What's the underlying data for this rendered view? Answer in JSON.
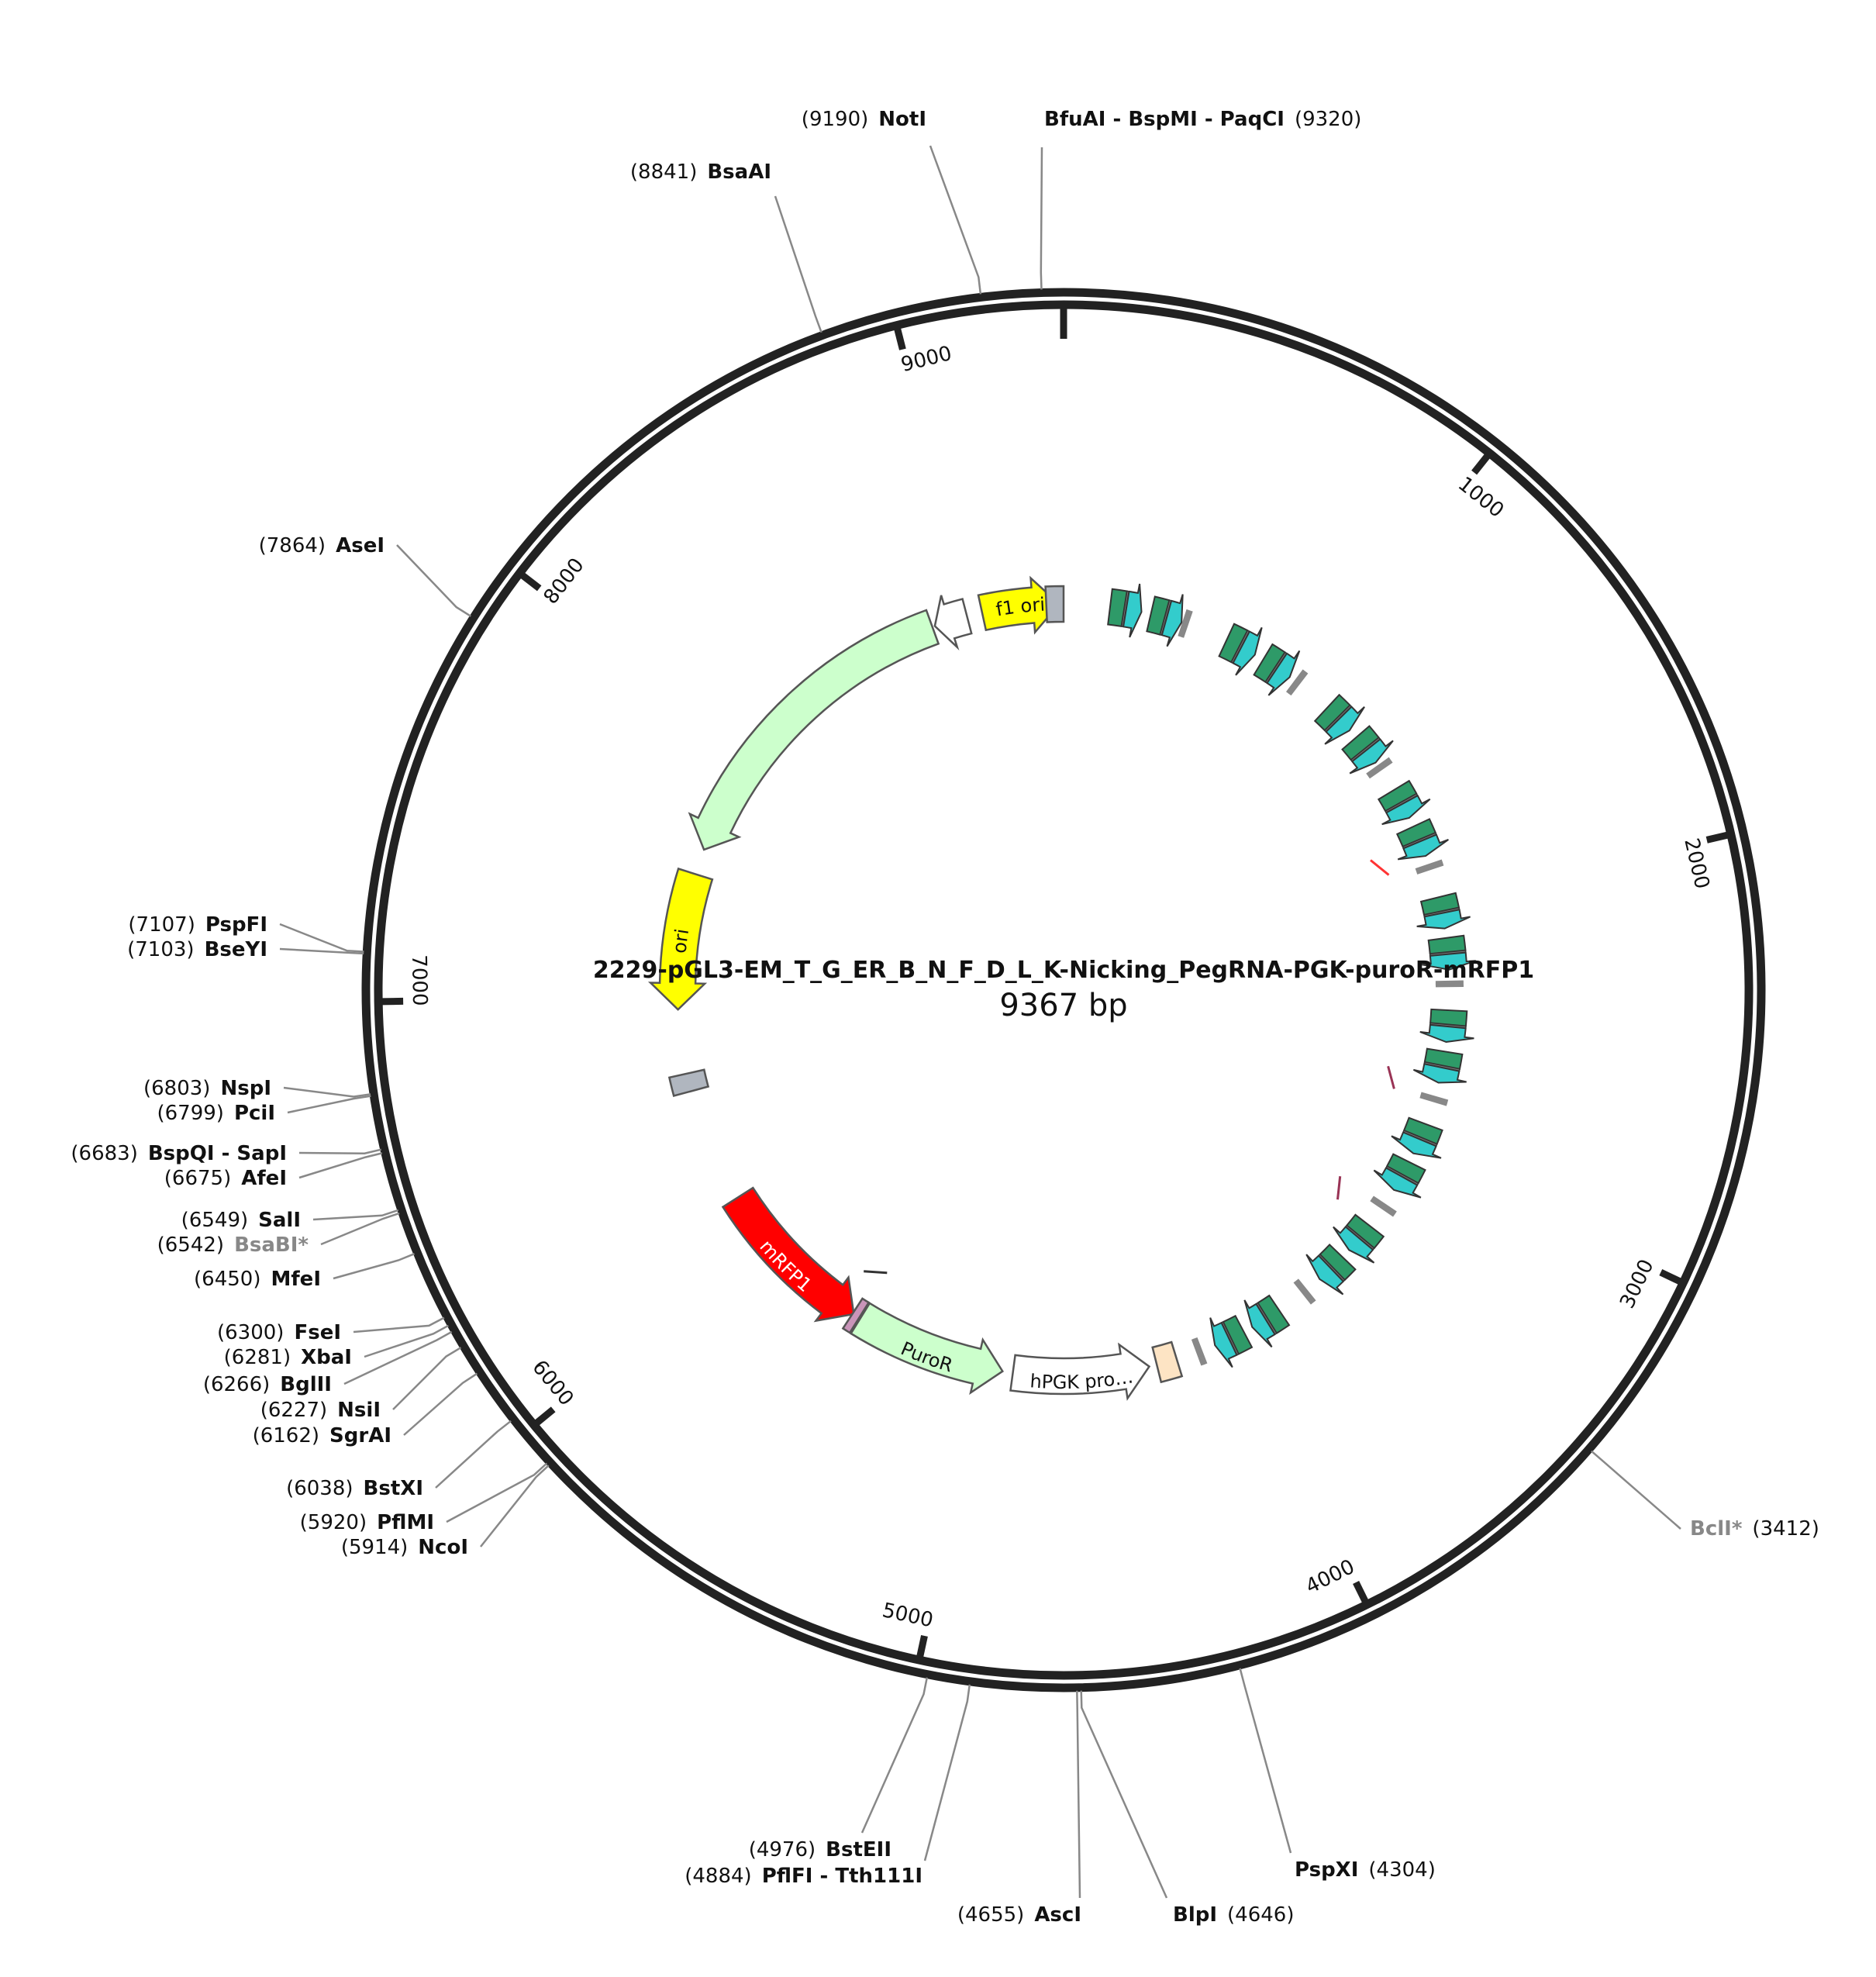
{
  "plasmid": {
    "name": "2229-pGL3-EM_T_G_ER_B_N_F_D_L_K-Nicking_PegRNA-PGK-puroR-mRFP1",
    "length": 9367,
    "length_label": "9367 bp"
  },
  "ticks": [
    {
      "pos": 0,
      "label": ""
    },
    {
      "pos": 1000,
      "label": "1000"
    },
    {
      "pos": 2000,
      "label": "2000"
    },
    {
      "pos": 3000,
      "label": "3000"
    },
    {
      "pos": 4000,
      "label": "4000"
    },
    {
      "pos": 5000,
      "label": "5000"
    },
    {
      "pos": 6000,
      "label": "6000"
    },
    {
      "pos": 7000,
      "label": "7000"
    },
    {
      "pos": 8000,
      "label": "8000"
    },
    {
      "pos": 9000,
      "label": "9000"
    }
  ],
  "sites": [
    {
      "pos": 9190,
      "pos_label": "(9190)",
      "name": "NotI",
      "side": "left",
      "gray": false
    },
    {
      "pos": 9320,
      "pos_label": "(9320)",
      "name": "BfuAI - BspMI - PaqCI",
      "side": "right",
      "gray": false
    },
    {
      "pos": 8841,
      "pos_label": "(8841)",
      "name": "BsaAI",
      "side": "left",
      "gray": false
    },
    {
      "pos": 7864,
      "pos_label": "(7864)",
      "name": "AseI",
      "side": "left",
      "gray": false
    },
    {
      "pos": 7107,
      "pos_label": "(7107)",
      "name": "PspFI",
      "side": "left",
      "gray": false
    },
    {
      "pos": 7103,
      "pos_label": "(7103)",
      "name": "BseYI",
      "side": "left",
      "gray": false
    },
    {
      "pos": 6803,
      "pos_label": "(6803)",
      "name": "NspI",
      "side": "left",
      "gray": false
    },
    {
      "pos": 6799,
      "pos_label": "(6799)",
      "name": "PciI",
      "side": "left",
      "gray": false
    },
    {
      "pos": 6683,
      "pos_label": "(6683)",
      "name": "BspQI - SapI",
      "side": "left",
      "gray": false
    },
    {
      "pos": 6675,
      "pos_label": "(6675)",
      "name": "AfeI",
      "side": "left",
      "gray": false
    },
    {
      "pos": 6549,
      "pos_label": "(6549)",
      "name": "SalI",
      "side": "left",
      "gray": false
    },
    {
      "pos": 6542,
      "pos_label": "(6542)",
      "name": "BsaBI*",
      "side": "left",
      "gray": true
    },
    {
      "pos": 6450,
      "pos_label": "(6450)",
      "name": "MfeI",
      "side": "left",
      "gray": false
    },
    {
      "pos": 6300,
      "pos_label": "(6300)",
      "name": "FseI",
      "side": "left",
      "gray": false
    },
    {
      "pos": 6281,
      "pos_label": "(6281)",
      "name": "XbaI",
      "side": "left",
      "gray": false
    },
    {
      "pos": 6266,
      "pos_label": "(6266)",
      "name": "BglII",
      "side": "left",
      "gray": false
    },
    {
      "pos": 6227,
      "pos_label": "(6227)",
      "name": "NsiI",
      "side": "left",
      "gray": false
    },
    {
      "pos": 6162,
      "pos_label": "(6162)",
      "name": "SgrAI",
      "side": "left",
      "gray": false
    },
    {
      "pos": 6038,
      "pos_label": "(6038)",
      "name": "BstXI",
      "side": "left",
      "gray": false
    },
    {
      "pos": 5920,
      "pos_label": "(5920)",
      "name": "PflMI",
      "side": "left",
      "gray": false
    },
    {
      "pos": 5914,
      "pos_label": "(5914)",
      "name": "NcoI",
      "side": "left",
      "gray": false
    },
    {
      "pos": 4976,
      "pos_label": "(4976)",
      "name": "BstEII",
      "side": "left",
      "gray": false
    },
    {
      "pos": 4884,
      "pos_label": "(4884)",
      "name": "PflFI - Tth111I",
      "side": "left",
      "gray": false
    },
    {
      "pos": 4655,
      "pos_label": "(4655)",
      "name": "AscI",
      "side": "left",
      "gray": false
    },
    {
      "pos": 4646,
      "pos_label": "(4646)",
      "name": "BlpI",
      "side": "right",
      "gray": false
    },
    {
      "pos": 4304,
      "pos_label": "(4304)",
      "name": "PspXI",
      "side": "right",
      "gray": false
    },
    {
      "pos": 3412,
      "pos_label": "(3412)",
      "name": "BclI*",
      "side": "right",
      "gray": true
    }
  ],
  "features": [
    {
      "name": "f1 ori",
      "label": "f1 ori",
      "start": 9050,
      "end": 9350,
      "r": 498,
      "w": 46,
      "dir": 1,
      "fill": "#ffff00",
      "text": "#111111"
    },
    {
      "name": "f1-promoter",
      "label": "",
      "start": 8860,
      "end": 8990,
      "r": 498,
      "w": 46,
      "dir": -1,
      "fill": "#ffffff",
      "text": "#111111"
    },
    {
      "name": "AmpR",
      "label": "",
      "start": 7580,
      "end": 8850,
      "r": 498,
      "w": 46,
      "dir": -1,
      "fill": "#ccffcc",
      "text": "#111111"
    },
    {
      "name": "ori",
      "label": "ori",
      "start": 6950,
      "end": 7480,
      "r": 498,
      "w": 46,
      "dir": -1,
      "fill": "#ffff00",
      "text": "#111111"
    },
    {
      "name": "mRFP1",
      "label": "mRFP1",
      "start": 5540,
      "end": 6180,
      "r": 498,
      "w": 46,
      "dir": -1,
      "fill": "#ff0000",
      "text": "#ffffff"
    },
    {
      "name": "PuroR",
      "label": "PuroR",
      "start": 4920,
      "end": 5510,
      "r": 498,
      "w": 46,
      "dir": -1,
      "fill": "#ccffcc",
      "text": "#111111"
    },
    {
      "name": "hPGK promoter",
      "label": "hPGK pro…",
      "start": 4350,
      "end": 4880,
      "r": 498,
      "w": 46,
      "dir": -1,
      "fill": "#ffffff",
      "text": "#111111"
    }
  ],
  "boxes": [
    {
      "name": "gray-box-top",
      "start": 9300,
      "end": 9367,
      "r": 498,
      "w": 46,
      "fill": "#b0b6bf"
    },
    {
      "name": "gray-box-left",
      "start": 6630,
      "end": 6700,
      "r": 498,
      "w": 46,
      "fill": "#b0b6bf"
    },
    {
      "name": "peach-box",
      "start": 4240,
      "end": 4320,
      "r": 498,
      "w": 46,
      "fill": "#fde4c4"
    },
    {
      "name": "mauve-box",
      "start": 5515,
      "end": 5545,
      "r": 498,
      "w": 46,
      "fill": "#c994b9"
    }
  ],
  "cassettes": [
    {
      "start": 180,
      "green_len": 55,
      "cyan_len": 60
    },
    {
      "start": 340,
      "green_len": 55,
      "cyan_len": 60
    },
    {
      "start": 650,
      "green_len": 55,
      "cyan_len": 60
    },
    {
      "start": 810,
      "green_len": 55,
      "cyan_len": 60
    },
    {
      "start": 1120,
      "green_len": 55,
      "cyan_len": 60
    },
    {
      "start": 1280,
      "green_len": 55,
      "cyan_len": 60
    },
    {
      "start": 1530,
      "green_len": 55,
      "cyan_len": 60
    },
    {
      "start": 1690,
      "green_len": 55,
      "cyan_len": 60
    },
    {
      "start": 1980,
      "green_len": 55,
      "cyan_len": 60
    },
    {
      "start": 2140,
      "green_len": 55,
      "cyan_len": 60
    },
    {
      "start": 2420,
      "green_len": 55,
      "cyan_len": 60
    },
    {
      "start": 2580,
      "green_len": 55,
      "cyan_len": 60
    },
    {
      "start": 2870,
      "green_len": 55,
      "cyan_len": 60
    },
    {
      "start": 3030,
      "green_len": 55,
      "cyan_len": 60
    },
    {
      "start": 3320,
      "green_len": 55,
      "cyan_len": 60
    },
    {
      "start": 3480,
      "green_len": 55,
      "cyan_len": 60
    },
    {
      "start": 3800,
      "green_len": 55,
      "cyan_len": 60
    },
    {
      "start": 3960,
      "green_len": 55,
      "cyan_len": 60
    }
  ],
  "spacers": [
    470,
    960,
    1420,
    1850,
    2310,
    2760,
    3220,
    3670,
    4140
  ],
  "marks": [
    {
      "pos": 1790,
      "color": "#ff3333"
    },
    {
      "pos": 2730,
      "color": "#993355"
    },
    {
      "pos": 3270,
      "color": "#993355"
    },
    {
      "pos": 5560,
      "color": "#333333"
    }
  ],
  "colors": {
    "backbone": "#222222",
    "green": "#2e9a68",
    "cyan": "#33cccc",
    "leader": "#888888"
  }
}
